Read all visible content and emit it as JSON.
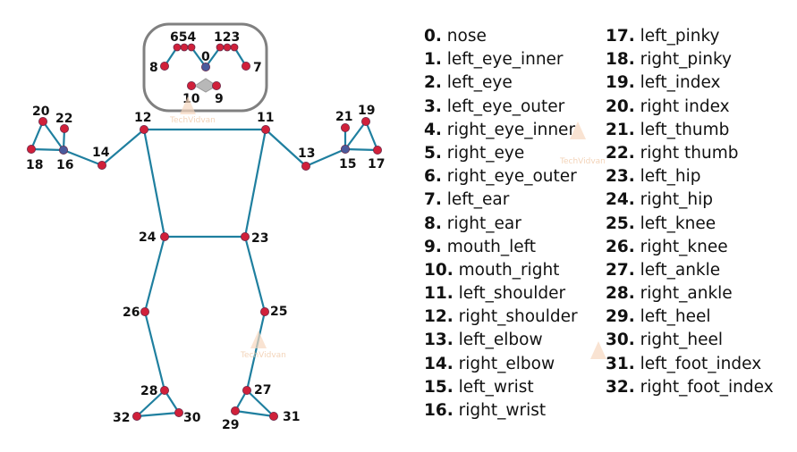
{
  "colors": {
    "edge": "#1f7f9f",
    "joint": "#d0203a",
    "joint_alt": "#4a5a9c",
    "head_box": "#808080",
    "mouth": "#b8b8b8",
    "watermark": "#f0c9a8"
  },
  "watermark": {
    "text": "TechVidvan",
    "icon": "techvidvan-logo-icon"
  },
  "landmarks": [
    {
      "id": 0,
      "label": "0",
      "name": "nose"
    },
    {
      "id": 1,
      "label": "1",
      "name": "left_eye_inner"
    },
    {
      "id": 2,
      "label": "2",
      "name": "left_eye"
    },
    {
      "id": 3,
      "label": "3",
      "name": "left_eye_outer"
    },
    {
      "id": 4,
      "label": "4",
      "name": "right_eye_inner"
    },
    {
      "id": 5,
      "label": "5",
      "name": "right_eye"
    },
    {
      "id": 6,
      "label": "6",
      "name": "right_eye_outer"
    },
    {
      "id": 7,
      "label": "7",
      "name": "left_ear"
    },
    {
      "id": 8,
      "label": "8",
      "name": "right_ear"
    },
    {
      "id": 9,
      "label": "9",
      "name": "mouth_left"
    },
    {
      "id": 10,
      "label": "10",
      "name": "mouth_right"
    },
    {
      "id": 11,
      "label": "11",
      "name": "left_shoulder"
    },
    {
      "id": 12,
      "label": "12",
      "name": "right_shoulder"
    },
    {
      "id": 13,
      "label": "13",
      "name": "left_elbow"
    },
    {
      "id": 14,
      "label": "14",
      "name": "right_elbow"
    },
    {
      "id": 15,
      "label": "15",
      "name": "left_wrist"
    },
    {
      "id": 16,
      "label": "16",
      "name": "right_wrist"
    },
    {
      "id": 17,
      "label": "17",
      "name": "left_pinky"
    },
    {
      "id": 18,
      "label": "18",
      "name": "right_pinky"
    },
    {
      "id": 19,
      "label": "19",
      "name": "left_index"
    },
    {
      "id": 20,
      "label": "20",
      "name": "right index"
    },
    {
      "id": 21,
      "label": "21",
      "name": "left_thumb"
    },
    {
      "id": 22,
      "label": "22",
      "name": "right thumb"
    },
    {
      "id": 23,
      "label": "23",
      "name": "left_hip"
    },
    {
      "id": 24,
      "label": "24",
      "name": "right_hip"
    },
    {
      "id": 25,
      "label": "25",
      "name": "left_knee"
    },
    {
      "id": 26,
      "label": "26",
      "name": "right_knee"
    },
    {
      "id": 27,
      "label": "27",
      "name": "left_ankle"
    },
    {
      "id": 28,
      "label": "28",
      "name": "right_ankle"
    },
    {
      "id": 29,
      "label": "29",
      "name": "left_heel"
    },
    {
      "id": 30,
      "label": "30",
      "name": "right_heel"
    },
    {
      "id": 31,
      "label": "31",
      "name": "left_foot_index"
    },
    {
      "id": 32,
      "label": "32",
      "name": "right_foot_index"
    }
  ],
  "edges": [
    [
      12,
      11
    ],
    [
      12,
      24
    ],
    [
      11,
      23
    ],
    [
      24,
      23
    ],
    [
      12,
      14
    ],
    [
      14,
      16
    ],
    [
      16,
      22
    ],
    [
      16,
      18
    ],
    [
      16,
      20
    ],
    [
      18,
      20
    ],
    [
      11,
      13
    ],
    [
      13,
      15
    ],
    [
      15,
      21
    ],
    [
      15,
      17
    ],
    [
      15,
      19
    ],
    [
      17,
      19
    ],
    [
      24,
      26
    ],
    [
      26,
      28
    ],
    [
      28,
      32
    ],
    [
      28,
      30
    ],
    [
      30,
      32
    ],
    [
      23,
      25
    ],
    [
      25,
      27
    ],
    [
      27,
      29
    ],
    [
      27,
      31
    ],
    [
      29,
      31
    ],
    [
      0,
      4
    ],
    [
      4,
      5
    ],
    [
      5,
      6
    ],
    [
      6,
      8
    ],
    [
      0,
      1
    ],
    [
      1,
      2
    ],
    [
      2,
      3
    ],
    [
      3,
      7
    ],
    [
      9,
      10
    ]
  ],
  "head_labels": {
    "right_eye_group": "654",
    "left_eye_group": "123"
  }
}
